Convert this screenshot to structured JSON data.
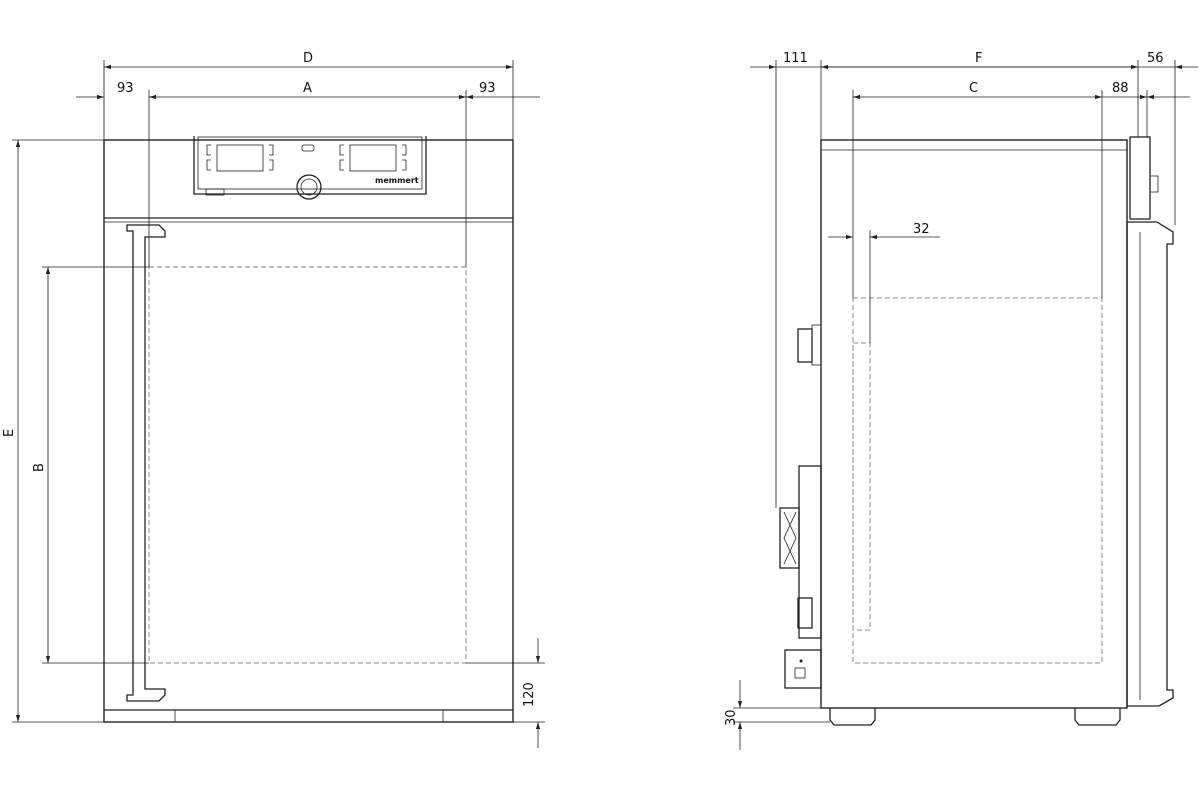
{
  "front_view": {
    "dims": {
      "D": "D",
      "A": "A",
      "left": "93",
      "right": "93",
      "E": "E",
      "B": "B",
      "bottom": "120"
    },
    "logo": "memmert"
  },
  "side_view": {
    "dims": {
      "F": "F",
      "rear": "111",
      "front": "56",
      "C": "C",
      "door": "88",
      "inset": "32",
      "feet": "30"
    }
  }
}
